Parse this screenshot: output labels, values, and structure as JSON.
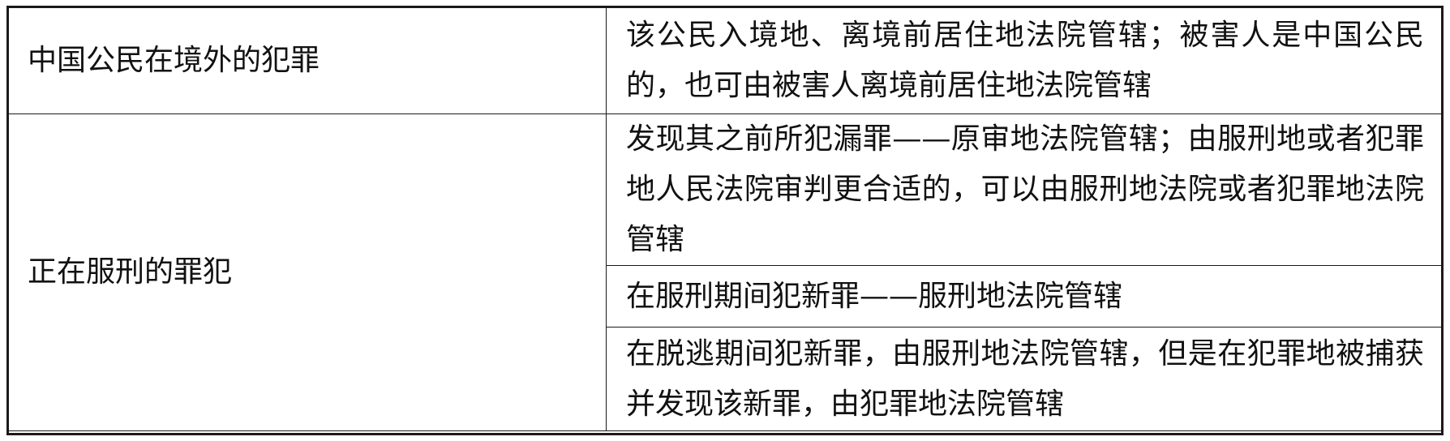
{
  "table": {
    "rows": [
      {
        "category": "中国公民在境外的犯罪",
        "rules": [
          "该公民入境地、离境前居住地法院管辖；被害人是中国公民的，也可由被害人离境前居住地法院管辖"
        ]
      },
      {
        "category": "正在服刑的罪犯",
        "rules": [
          "发现其之前所犯漏罪——原审地法院管辖；由服刑地或者犯罪地人民法院审判更合适的，可以由服刑地法院或者犯罪地法院管辖",
          "在服刑期间犯新罪——服刑地法院管辖",
          "在脱逃期间犯新罪，由服刑地法院管辖，但是在犯罪地被捕获并发现该新罪，由犯罪地法院管辖"
        ]
      }
    ]
  }
}
